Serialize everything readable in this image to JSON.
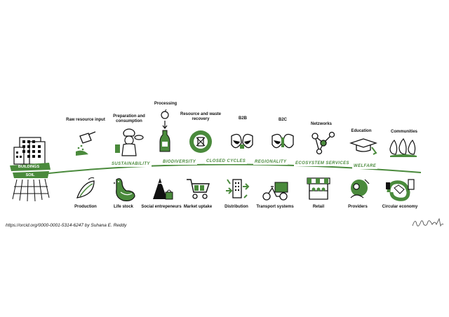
{
  "base": {
    "buildings": "BUILDINGS",
    "soil": "SOIL"
  },
  "top_stages": [
    {
      "label": "Raw resource input",
      "icon": "watering-can-icon"
    },
    {
      "label": "Preparation and consumption",
      "icon": "chef-icon"
    },
    {
      "label": "Processing",
      "icon": "bottle-processing-icon"
    },
    {
      "label": "Resource and waste recovery",
      "icon": "recycle-icon"
    },
    {
      "label": "B2B",
      "icon": "b2b-icon"
    },
    {
      "label": "B2C",
      "icon": "b2c-icon"
    },
    {
      "label": "Netzworks",
      "icon": "network-icon"
    },
    {
      "label": "Education",
      "icon": "graduation-cap-icon"
    },
    {
      "label": "Communities",
      "icon": "communities-icon"
    }
  ],
  "themes": [
    "SUSTAINABILITY",
    "BIODIVERSITY",
    "CLOSED CYCLES",
    "REGIONALITY",
    "ECOSYSTEM SERVICES",
    "WELFARE"
  ],
  "bottom_stages": [
    {
      "label": "Production",
      "icon": "seedling-icon"
    },
    {
      "label": "Life stock",
      "icon": "chicken-icon"
    },
    {
      "label": "Social entrepeneurs",
      "icon": "social-entrepreneur-icon"
    },
    {
      "label": "Market uptake",
      "icon": "shopping-cart-icon"
    },
    {
      "label": "Distribution",
      "icon": "distribution-icon"
    },
    {
      "label": "Transport systems",
      "icon": "cargo-bike-icon"
    },
    {
      "label": "Retail",
      "icon": "market-stall-icon"
    },
    {
      "label": "Providers",
      "icon": "provider-icon"
    },
    {
      "label": "Circular economy",
      "icon": "circular-economy-icon"
    }
  ],
  "credit": "https://orcid.org/0000-0001-5314-6247 by Suhana E. Reddy",
  "signature": "Suhana E. Reddy",
  "colors": {
    "accent": "#4a8a3c",
    "ink": "#111111"
  }
}
